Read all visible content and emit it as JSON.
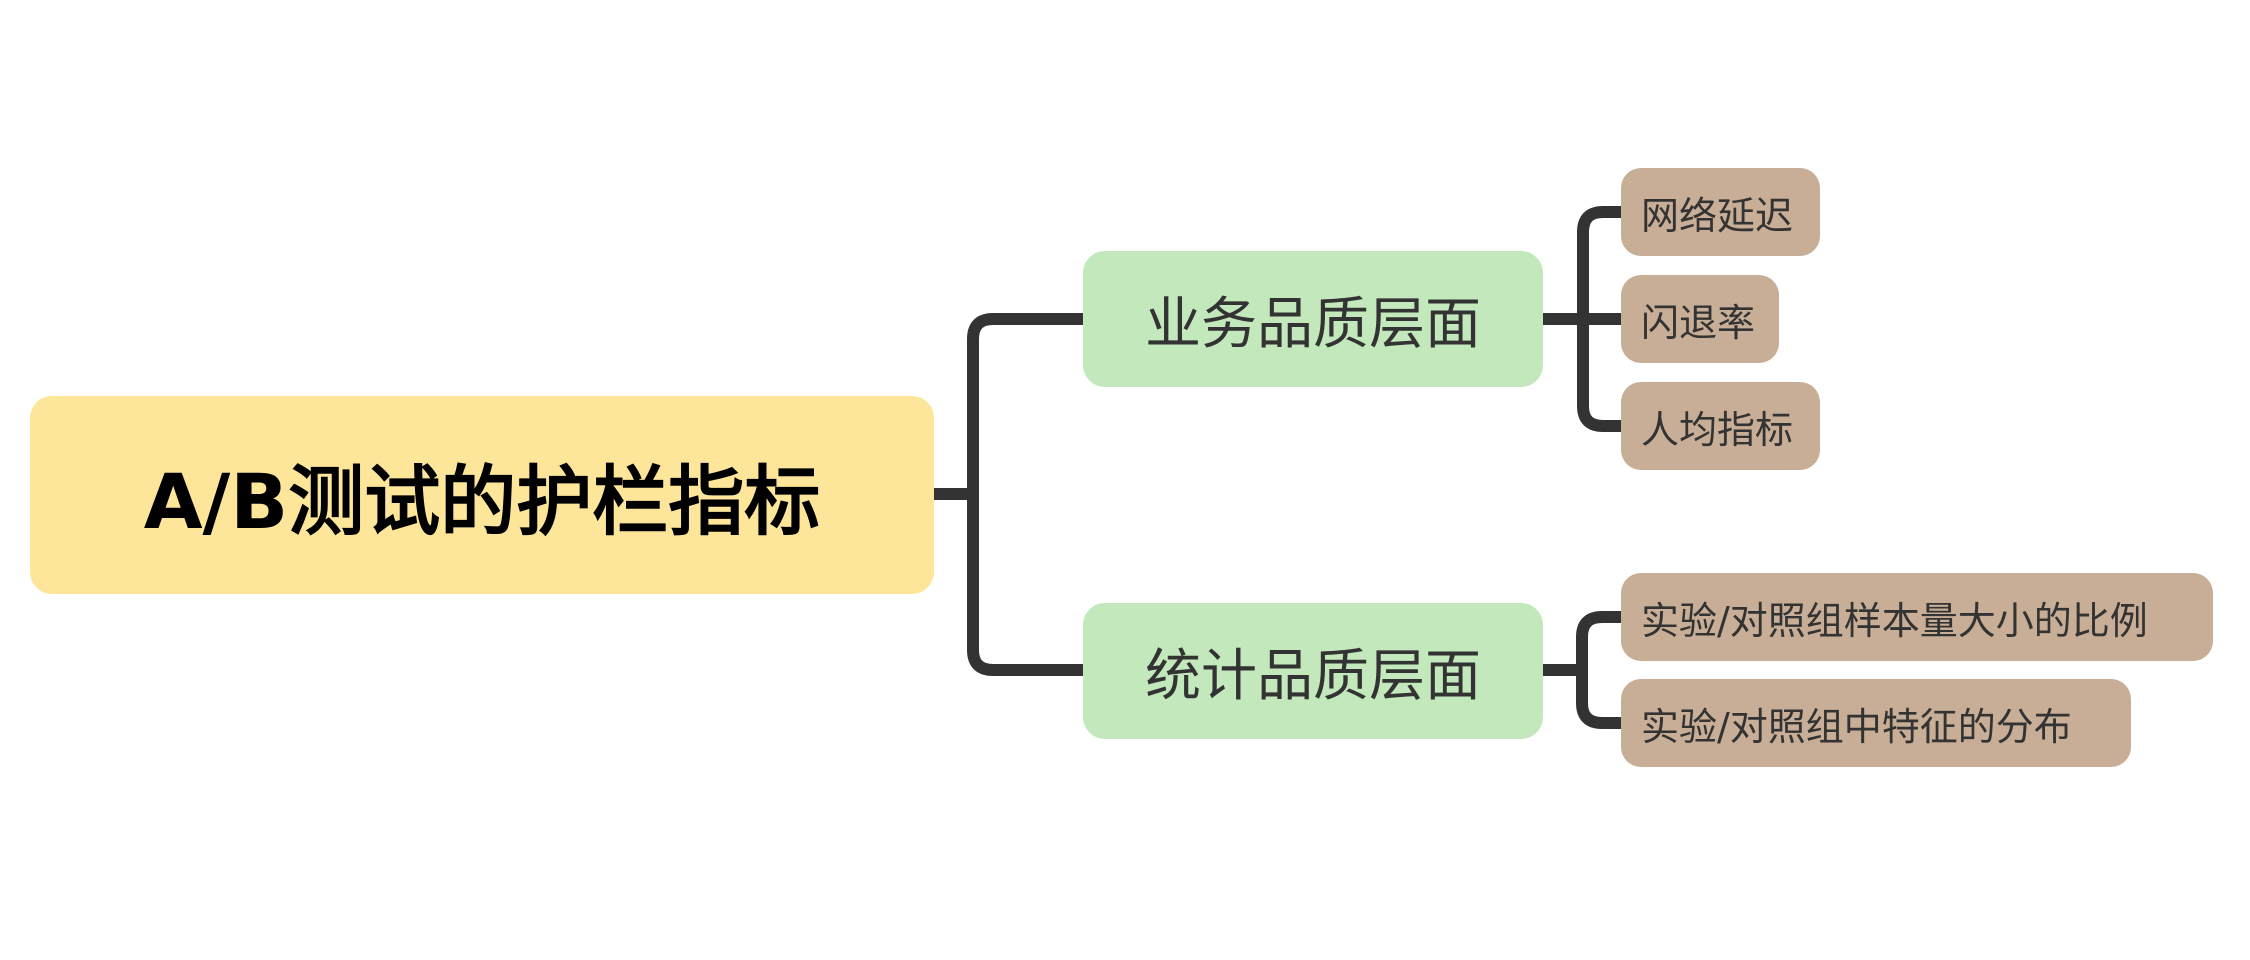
{
  "mindmap": {
    "root": {
      "label": "A/B测试的护栏指标",
      "color": "#FDE69A"
    },
    "branches": [
      {
        "label": "业务品质层面",
        "color": "#C2E8BC",
        "children": [
          {
            "label": "网络延迟",
            "color": "#C8AE96"
          },
          {
            "label": "闪退率",
            "color": "#C8AE96"
          },
          {
            "label": "人均指标",
            "color": "#C8AE96"
          }
        ]
      },
      {
        "label": "统计品质层面",
        "color": "#C2E8BC",
        "children": [
          {
            "label": "实验/对照组样本量大小的比例",
            "color": "#C8AE96"
          },
          {
            "label": "实验/对照组中特征的分布",
            "color": "#C8AE96"
          }
        ]
      }
    ],
    "connector_color": "#333333"
  }
}
